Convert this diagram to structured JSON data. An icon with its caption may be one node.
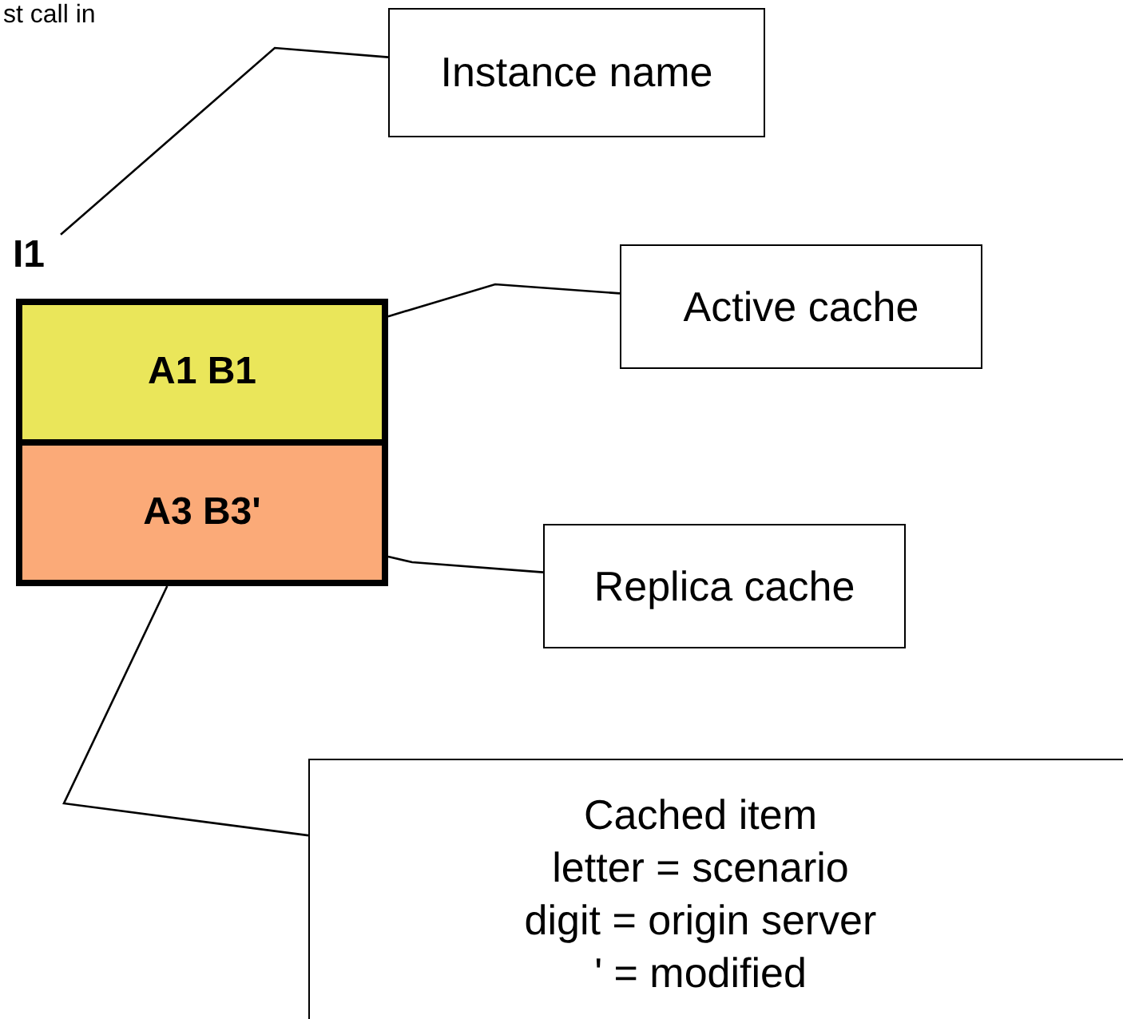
{
  "diagram": {
    "nodes": [
      {
        "text": [
          "I1"
        ]
      },
      {
        "text": [
          "A1 B1"
        ]
      },
      {
        "text": [
          "A3 B3'"
        ]
      },
      {
        "text": [
          "Instance name"
        ]
      },
      {
        "text": [
          "Active cache"
        ]
      },
      {
        "text": [
          "Replica cache"
        ]
      },
      {
        "text": [
          "Cached item",
          "letter = scenario",
          "digit = origin server",
          "' = modified"
        ]
      }
    ],
    "edges": [
      {
        "from": 3,
        "to": 0,
        "arrow": "none"
      },
      {
        "from": 4,
        "to": 1,
        "arrow": "none"
      },
      {
        "from": 5,
        "to": 2,
        "arrow": "none"
      },
      {
        "from": 6,
        "to": 2,
        "arrow": "none"
      }
    ],
    "labels": [
      "st call in"
    ]
  }
}
